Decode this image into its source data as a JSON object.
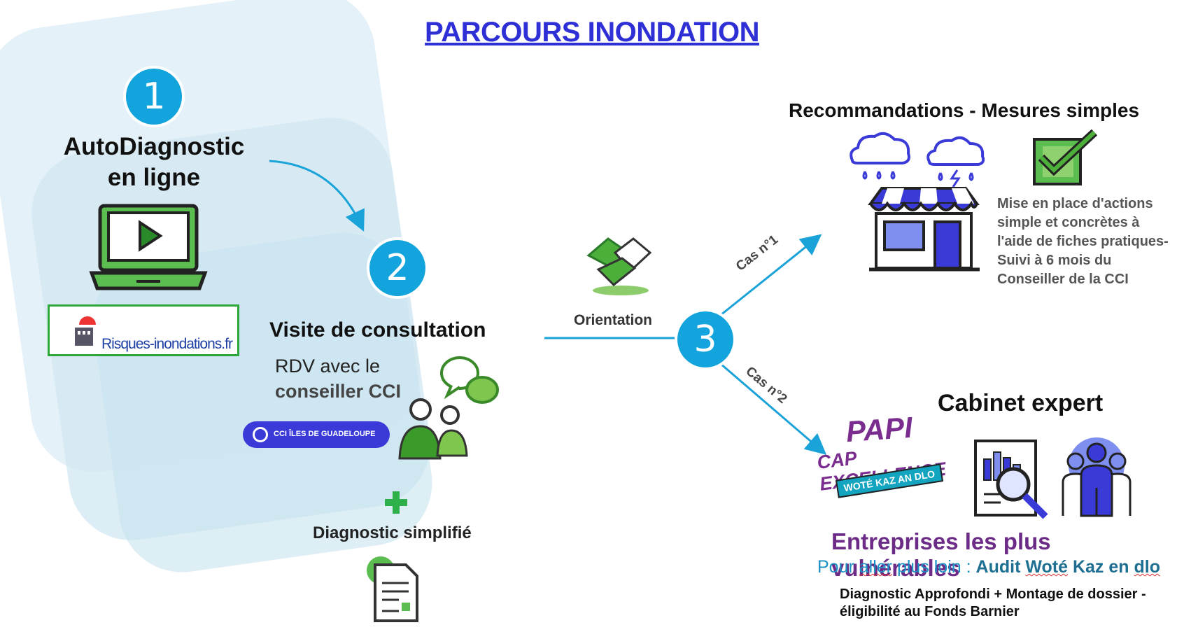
{
  "title": "PARCOURS INONDATION",
  "colors": {
    "accent_blue": "#13a4dd",
    "title_blue": "#2f2fd6",
    "green": "#4caf3a",
    "purple": "#6b2b86"
  },
  "step1": {
    "number": "1",
    "heading_line1": "AutoDiagnostic",
    "heading_line2": "en ligne",
    "icon": "laptop-play-icon",
    "site_label": "Risques-inondations.fr"
  },
  "step2": {
    "number": "2",
    "heading": "Visite de consultation",
    "rdv_line1": "RDV avec le",
    "rdv_line2": "conseiller CCI",
    "cci_badge": "CCI ÎLES DE GUADELOUPE",
    "plus_icon": "plus-icon",
    "sub_heading": "Diagnostic simplifié",
    "doc_icon": "document-icon"
  },
  "step3": {
    "number": "3",
    "orientation_label": "Orientation",
    "icon": "handshake-icon"
  },
  "case1": {
    "label": "Cas n°1",
    "heading": "Recommandations - Mesures simples",
    "text_lines": [
      "Mise en place d'actions",
      "simple et concrètes à",
      "l'aide de fiches pratiques-",
      "Suivi à 6 mois du",
      "Conseiller de la CCI"
    ]
  },
  "case2": {
    "label": "Cas n°2",
    "heading": "Cabinet expert",
    "papi_line1": "PAPI",
    "papi_line2": "CAP EXCELLENCE",
    "papi_line3": "WOTÉ KAZ AN DLO",
    "vulnerable": "Entreprises les plus vulnérables",
    "further_prefix": "Pour ",
    "further_aller": "aller",
    " further_mid": "",
    "further_rest": " plus loin : ",
    "audit_1": "Audit ",
    "audit_wote": "Woté",
    "audit_2": " Kaz en ",
    "audit_dlo": "dlo",
    "diag_line1": "Diagnostic Approfondi  + Montage de dossier -",
    "diag_line2": "éligibilité au  Fonds Barnier"
  }
}
